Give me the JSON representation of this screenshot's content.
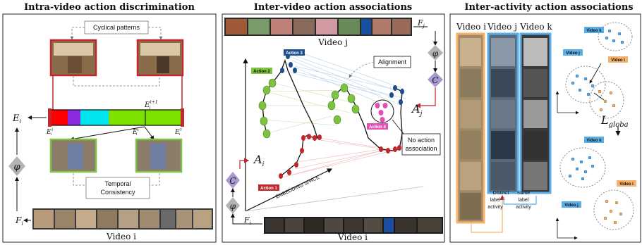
{
  "panels": {
    "left": {
      "title": "Intra-video action discrimination",
      "cyclical_label": "Cyclical patterns",
      "temporal_label_1": "Temporal",
      "temporal_label_2": "Consistency",
      "E_label": "E",
      "E_sub": "i",
      "E_top": "E",
      "E_top_sup": "t+1",
      "E_top_sub": "i",
      "E_a": "E",
      "E_a_sup": "1",
      "E_a_sub": "i",
      "E_b": "E",
      "E_b_sup": "t",
      "E_b_sub": "i",
      "E_c": "E",
      "E_c_sup": "T",
      "E_c_sub": "i",
      "phi": "φ",
      "F_label": "F",
      "F_sub": "i",
      "video_label": "Video i"
    },
    "middle": {
      "title": "Inter-video action associations",
      "alignment_label": "Alignment",
      "no_assoc_1": "No action",
      "no_assoc_2": "association",
      "action_labels": [
        "Action 1",
        "Action 2",
        "Action 3",
        "Action 4"
      ],
      "embedding_label": "EMBEDDING SPACE",
      "A_i": "A",
      "A_i_sub": "i",
      "A_j": "A",
      "A_j_sub": "j",
      "F_j": "F",
      "F_j_sub": "j",
      "F_i": "F",
      "F_i_sub": "i",
      "phi": "φ",
      "C": "C",
      "video_top_label": "Video j",
      "video_bottom_label": "Video i"
    },
    "right": {
      "title": "Inter-activity action associations",
      "video_i": "Video i",
      "video_j": "Video j",
      "video_k": "Video k",
      "distinct_1": "Distinct",
      "distinct_2": "label",
      "distinct_3": "activity",
      "same_1": "Same",
      "same_2": "label",
      "same_3": "activity",
      "cluster_k": "Video k",
      "cluster_j": "Video j",
      "cluster_i": "Video i",
      "loss_L": "L",
      "loss_sub": "globa"
    }
  },
  "colors": {
    "green": "#7ec242",
    "red": "#c1272d",
    "blue": "#1f4e8c",
    "pink": "#e54fb3",
    "orange": "#f6b26b",
    "lightblue": "#5aaee8"
  }
}
